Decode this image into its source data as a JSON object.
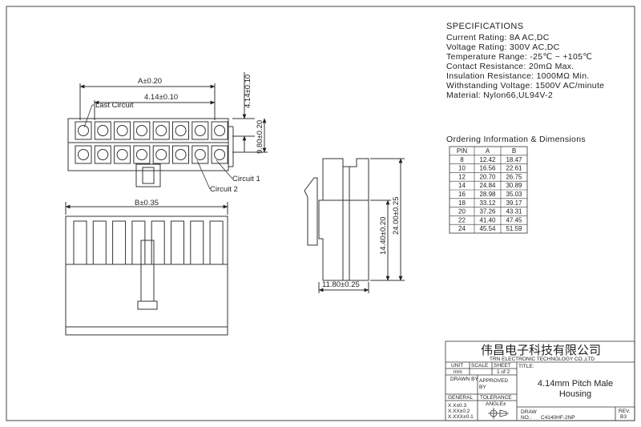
{
  "specifications": {
    "heading": "SPECIFICATIONS",
    "lines": [
      "Current Rating: 8A AC,DC",
      "Voltage Rating: 300V AC,DC",
      "Temperature Range: -25℃ ~ +105℃",
      "Contact Resistance: 20mΩ Max.",
      "Insulation Resistance: 1000MΩ Min.",
      "Withstanding Voltage: 1500V AC/minute",
      "Material: Nylon66,UL94V-2"
    ]
  },
  "ordering": {
    "heading": "Ordering Information & Dimensions",
    "columns": [
      "PIN",
      "A",
      "B"
    ],
    "rows": [
      [
        "8",
        "12.42",
        "18.47"
      ],
      [
        "10",
        "16.56",
        "22.61"
      ],
      [
        "12",
        "20.70",
        "26.75"
      ],
      [
        "14",
        "24.84",
        "30.89"
      ],
      [
        "16",
        "28.98",
        "35.03"
      ],
      [
        "18",
        "33.12",
        "39.17"
      ],
      [
        "20",
        "37.26",
        "43.31"
      ],
      [
        "22",
        "41.40",
        "47.45"
      ],
      [
        "24",
        "45.54",
        "51.59"
      ]
    ]
  },
  "dimensions": {
    "a_width": "A±0.20",
    "pitch": "4.14±0.10",
    "last_circuit": "Last Circuit",
    "height_top": "4.14±0.10",
    "height_rows": "9.80±0.20",
    "circuit1": "Circuit 1",
    "circuit2": "Circuit 2",
    "b_width": "B±0.35",
    "side_height_total": "24.00±0.25",
    "side_height_inner": "14.40±0.20",
    "side_depth": "11.80±0.25"
  },
  "title_block": {
    "company_cn": "伟昌电子科技有限公司",
    "company_en": "TRN ELECTRONIC TECHNOLOGY CO.,LTD",
    "unit_label": "UNIT",
    "unit_value": "mm",
    "scale_label": "SCALE",
    "sheet_label": "SHEET",
    "sheet_value": "1 of 2",
    "title_label": "TITLE:",
    "title_line1": "4.14mm Pitch Male",
    "title_line2": "Housing",
    "drawn_by": "DRAWN BY",
    "approved_by_1": "APPROVED",
    "approved_by_2": "BY",
    "general": "GENERAL",
    "tolerance": "TOLERANCE",
    "angle": "ANGLE±",
    "tol_1": "X.X±0.3",
    "tol_2": "X.XX±0.2",
    "tol_3": "X.XXX±0.1",
    "draw_no_label1": "DRAW",
    "draw_no_label2": "NO.:",
    "draw_no_value": "C4140HF-2NP",
    "rev_label": "REV.",
    "rev_value": "B3"
  }
}
